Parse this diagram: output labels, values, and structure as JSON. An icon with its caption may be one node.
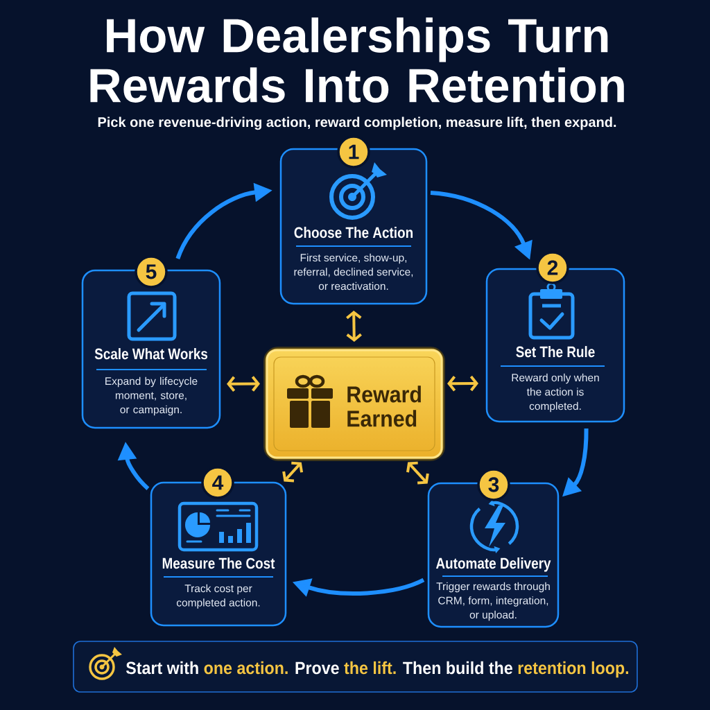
{
  "diagram": {
    "title": "How Dealerships Turn Rewards Into Retention",
    "nodes": [
      {
        "text": [
          "1",
          "Choose The Action",
          "First service, show-up, referral, declined service, or reactivation."
        ]
      },
      {
        "text": [
          "5",
          "Scale What Works",
          "Expand by lifecycle moment, store, or campaign."
        ]
      },
      {
        "text": [
          "2",
          "Set The Rule",
          "Reward only when the action is completed."
        ]
      },
      {
        "text": [
          "Reward Earned"
        ]
      },
      {
        "text": [
          "4",
          "Measure The Cost",
          "Track cost per completed action."
        ]
      },
      {
        "text": [
          "3",
          "Automate Delivery",
          "Trigger rewards through CRM, form, integration, or upload."
        ]
      },
      {
        "text": [
          "Start with **one action.** Prove **the lift.** Then build the **retention loop.**"
        ]
      }
    ],
    "edges": [
      {
        "from": 0,
        "to": 2,
        "arrow": "to"
      },
      {
        "from": 2,
        "to": 5,
        "arrow": "to"
      },
      {
        "from": 5,
        "to": 4,
        "arrow": "to"
      },
      {
        "from": 4,
        "to": 1,
        "arrow": "to"
      },
      {
        "from": 1,
        "to": 0,
        "arrow": "to"
      },
      {
        "from": 3,
        "to": 0,
        "arrow": "both",
        "color": "#f5c542"
      },
      {
        "from": 3,
        "to": 2,
        "arrow": "both",
        "color": "#f5c542"
      },
      {
        "from": 3,
        "to": 5,
        "arrow": "both",
        "color": "#f5c542"
      },
      {
        "from": 3,
        "to": 4,
        "arrow": "both",
        "color": "#f5c542"
      },
      {
        "from": 3,
        "to": 1,
        "arrow": "both",
        "color": "#f5c542"
      }
    ],
    "labels": [
      "Pick one revenue-driving action, reward completion, measure lift, then expand."
    ]
  }
}
